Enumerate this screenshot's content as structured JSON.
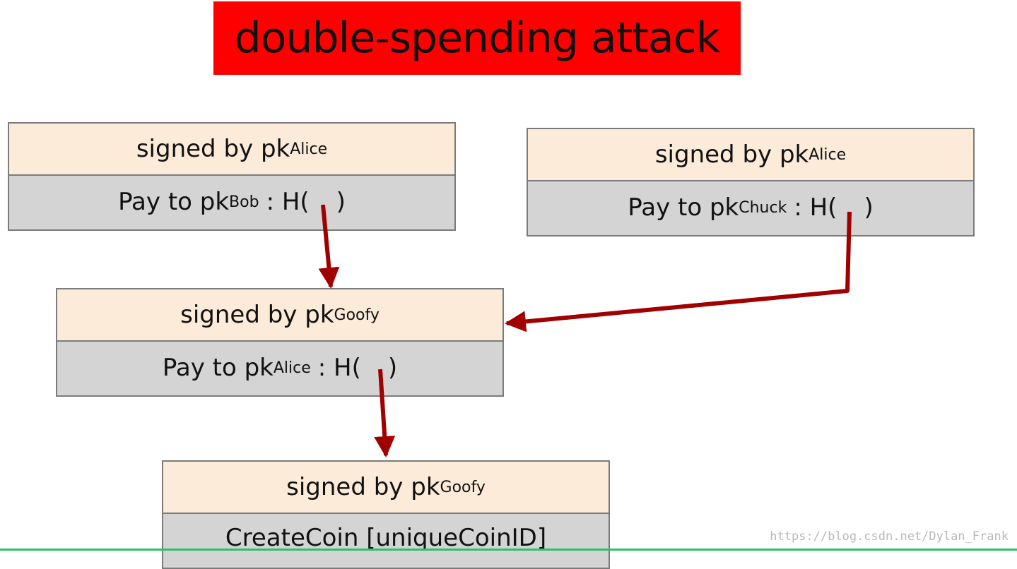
{
  "title": "double-spending attack",
  "transactions": {
    "tx_bob": {
      "signed_prefix": "signed by pk",
      "signed_sub": "Alice",
      "pay_prefix": "Pay to pk",
      "pay_sub": "Bob",
      "hash_open": ": H(",
      "hash_close": ")"
    },
    "tx_chuck": {
      "signed_prefix": "signed by pk",
      "signed_sub": "Alice",
      "pay_prefix": "Pay to pk",
      "pay_sub": "Chuck",
      "hash_open": ": H(",
      "hash_close": ")"
    },
    "tx_goofy_pay": {
      "signed_prefix": "signed by pk",
      "signed_sub": "Goofy",
      "pay_prefix": "Pay to pk",
      "pay_sub": "Alice",
      "hash_open": ": H(",
      "hash_close": ")"
    },
    "tx_create": {
      "signed_prefix": "signed by pk",
      "signed_sub": "Goofy",
      "body_text": "CreateCoin [uniqueCoinID]"
    }
  },
  "colors": {
    "title_bg": "#ff0000",
    "header_bg": "#fcebd9",
    "body_bg": "#d4d4d4",
    "arrow": "#a00000"
  },
  "watermark": "https://blog.csdn.net/Dylan_Frank"
}
